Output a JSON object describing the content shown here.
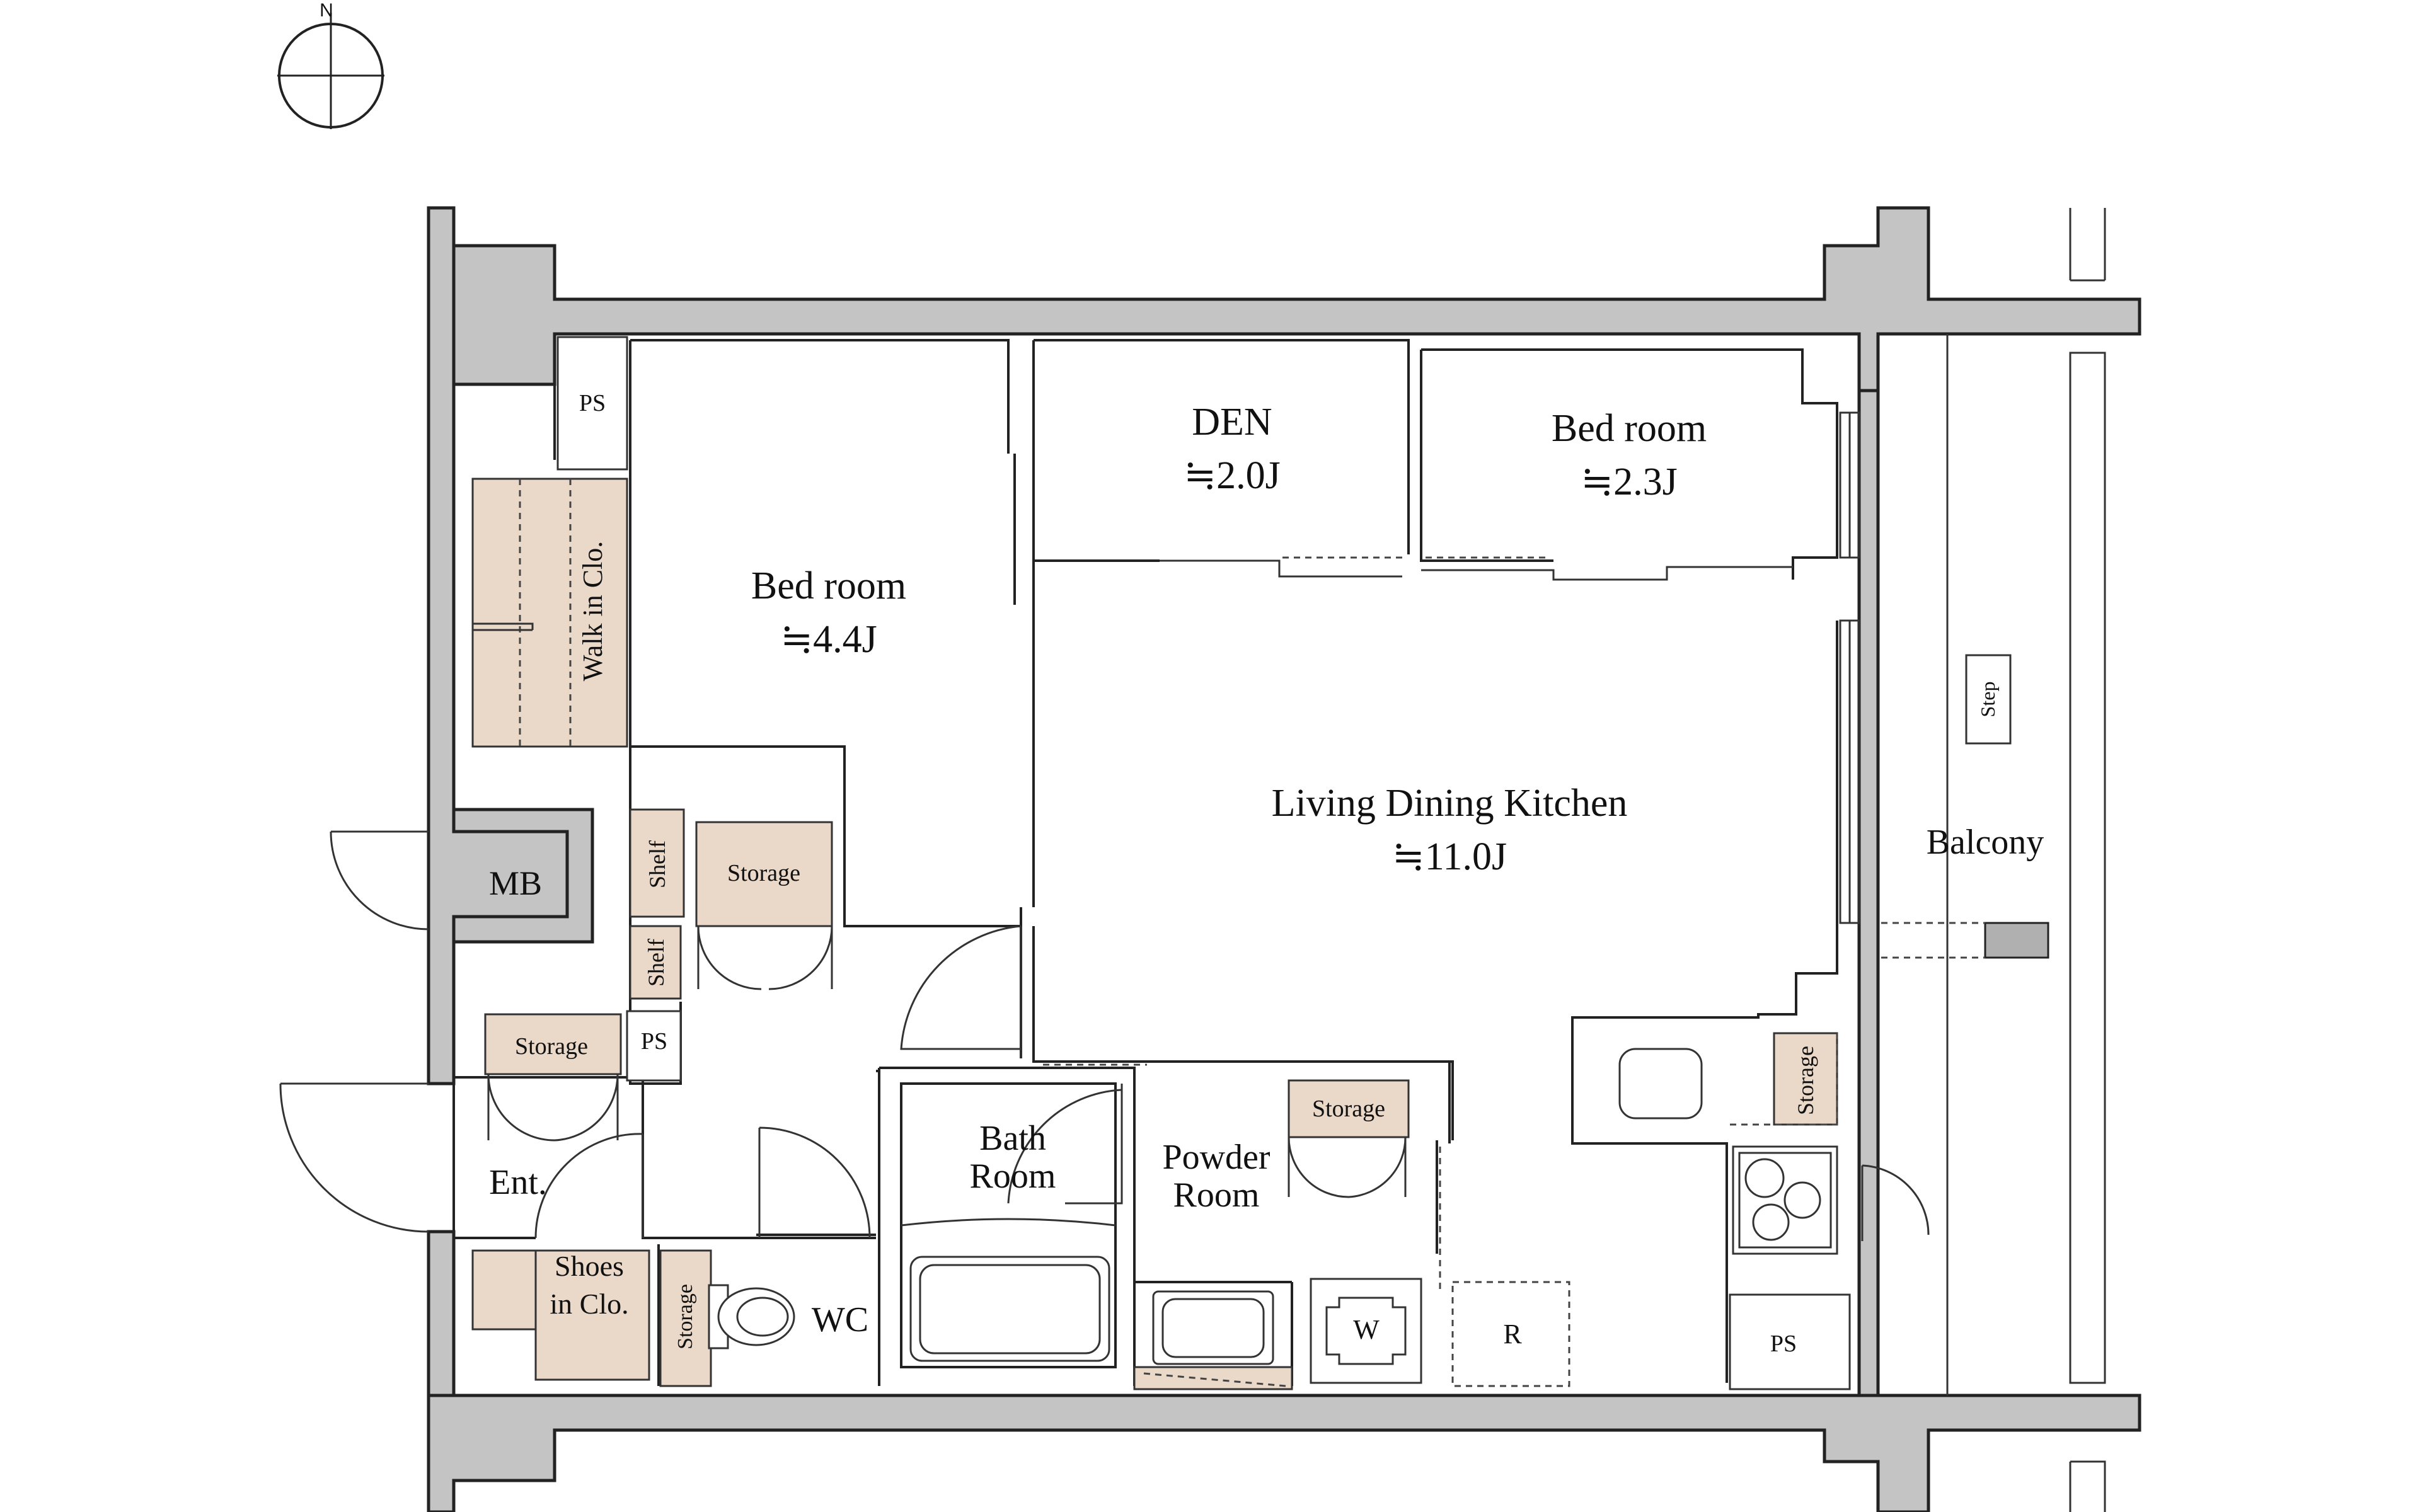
{
  "compass": {
    "north": "N"
  },
  "rooms": {
    "bedroom_main": {
      "name": "Bed room",
      "size": "≒4.4J"
    },
    "den": {
      "name": "DEN",
      "size": "≒2.0J"
    },
    "bedroom_small": {
      "name": "Bed room",
      "size": "≒2.3J"
    },
    "ldk": {
      "name": "Living Dining Kitchen",
      "size": "≒11.0J"
    },
    "balcony": "Balcony",
    "bath_line1": "Bath",
    "bath_line2": "Room",
    "powder_line1": "Powder",
    "powder_line2": "Room",
    "wc": "WC",
    "entrance": "Ent.",
    "mb": "MB"
  },
  "fixtures": {
    "ps_top": "PS",
    "ps_mid": "PS",
    "ps_kitchen": "PS",
    "walk_in_closet": "Walk in Clo.",
    "shelf_upper": "Shelf",
    "shelf_lower": "Shelf",
    "storage_bedroom": "Storage",
    "storage_entrance": "Storage",
    "storage_powder": "Storage",
    "storage_kitchen": "Storage",
    "storage_wc": "Storage",
    "shoes_line1": "Shoes",
    "shoes_line2": "in Clo.",
    "washer": "W",
    "fridge": "R",
    "step": "Step"
  },
  "colors": {
    "wall_fill": "#c4c4c4",
    "storage_fill": "#ead9c9",
    "line": "#222222"
  }
}
